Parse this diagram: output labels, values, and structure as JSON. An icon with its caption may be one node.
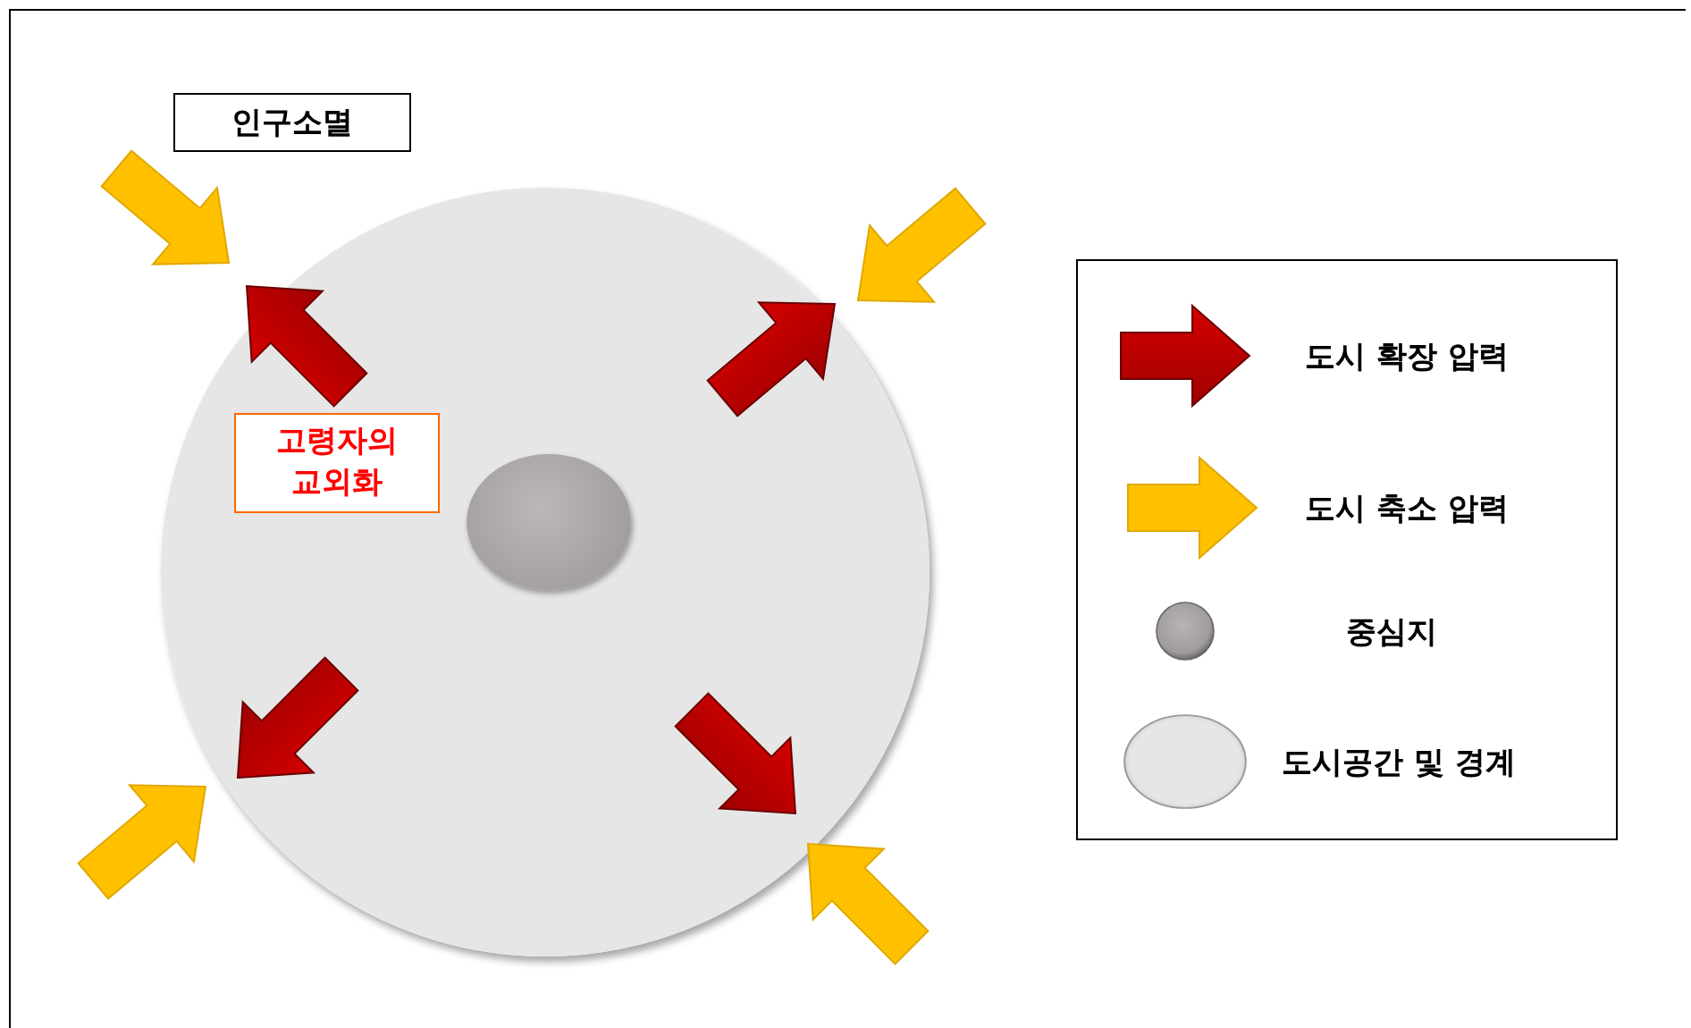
{
  "diagram": {
    "nodes": [
      {
        "text": [
          "인구소멸"
        ]
      },
      {
        "text": [],
        "shape": "circle"
      },
      {
        "text": [
          "고령자의 교외화"
        ],
        "in": 1
      },
      {
        "text": [],
        "shape": "circle",
        "in": 1
      }
    ],
    "legend": [
      {
        "text": "도시 확장 압력"
      },
      {
        "text": "도시 축소 압력"
      },
      {
        "text": "중심지"
      },
      {
        "text": "도시공간 및 경계"
      }
    ]
  }
}
